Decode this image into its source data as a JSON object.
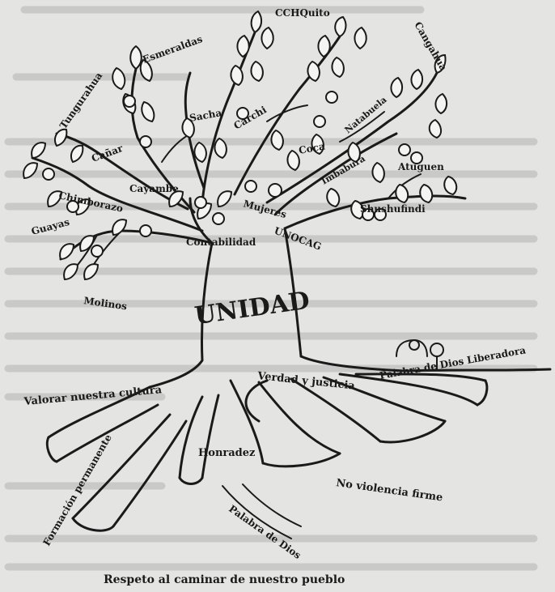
{
  "trunk_label": "UNIDAD",
  "branch_labels": {
    "cchquito": "CCHQuito",
    "cangahua": "Cangahua",
    "esmeraldas": "Esmeraldas",
    "tungurahua": "Tungurahua",
    "sacha": "Sacha",
    "carchi": "Carchi",
    "natabuela": "Natabuela",
    "cañar": "Cañar",
    "coca": "Coca",
    "cayambe": "Cayambe",
    "imbabura": "Imbabura",
    "chimborazo": "Chimborazo",
    "guayas": "Guayas",
    "mujeres": "Mujeres",
    "atuguen": "Atuguen",
    "unocag": "UNOCAG",
    "shushufindi": "Shushufindi",
    "contabilidad": "Contabilidad",
    "molinos": "Molinos"
  },
  "root_labels": {
    "valorar": "Valorar nuestra cultura",
    "verdad": "Verdad y justicia",
    "palabra_liberadora": "Palabra de Dios Liberadora",
    "honradez": "Honradez",
    "formacion": "Formación permanente",
    "noviolencia": "No violencia firme",
    "palabra_dios": "Palabra de Dios",
    "respeto": "Respeto al caminar de nuestro pueblo"
  }
}
